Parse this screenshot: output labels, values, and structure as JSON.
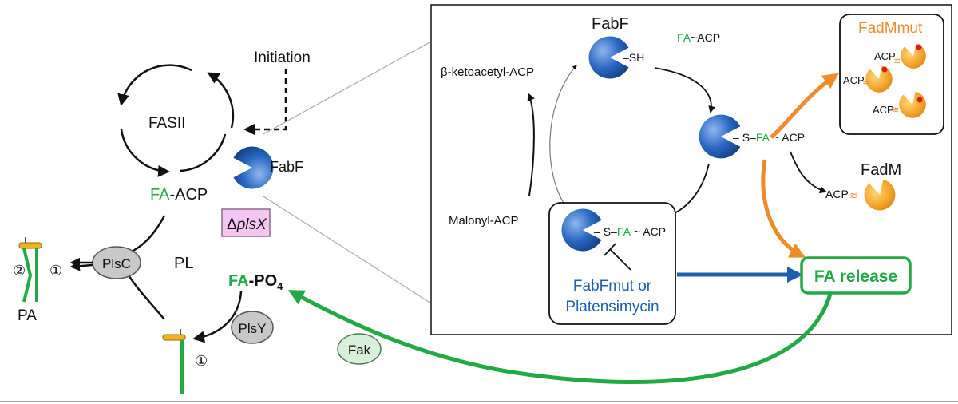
{
  "colors": {
    "green": "#22a845",
    "blue": "#1f5fb0",
    "orange": "#ee8b2b",
    "pacman_blue": "#1f5fb0",
    "pacman_orange": "#f2a52b",
    "mut_dot": "#d21f1f",
    "delta_box": "#f6c6f3",
    "gray_node": "#c8c8c8",
    "fak_node": "#d8efdc"
  },
  "left": {
    "initiation": "Initiation",
    "fasii": "FASII",
    "fabf": "FabF",
    "fa_acp_fa": "FA",
    "fa_acp_rest": "-ACP",
    "delta_symbol": "Δ",
    "delta_gene": "plsX",
    "plsc": "PlsC",
    "pl": "PL",
    "fa_po4_fa": "FA",
    "fa_po4_rest": "-PO",
    "fa_po4_sub": "4",
    "plsy": "PlsY",
    "pa": "PA",
    "fak": "Fak",
    "circle_2": "②",
    "circle_1a": "①",
    "circle_1b": "①"
  },
  "right": {
    "fabf": "FabF",
    "sh": "SH",
    "fa_acp_fa": "FA",
    "fa_acp_rest": "~ACP",
    "ketoacyl": "β-ketoacetyl-ACP",
    "malonyl": "Malonyl-ACP",
    "s_fa_acp_s": "S–",
    "s_fa_acp_fa": "FA",
    "s_fa_acp_rest": "~ ACP",
    "fadmmut": "FadMmut",
    "acp": "ACP",
    "fadm": "FadM",
    "fabfmut_line1": "FabFmut or",
    "fabfmut_line2": "Platensimycin",
    "fa_release": "FA release"
  }
}
